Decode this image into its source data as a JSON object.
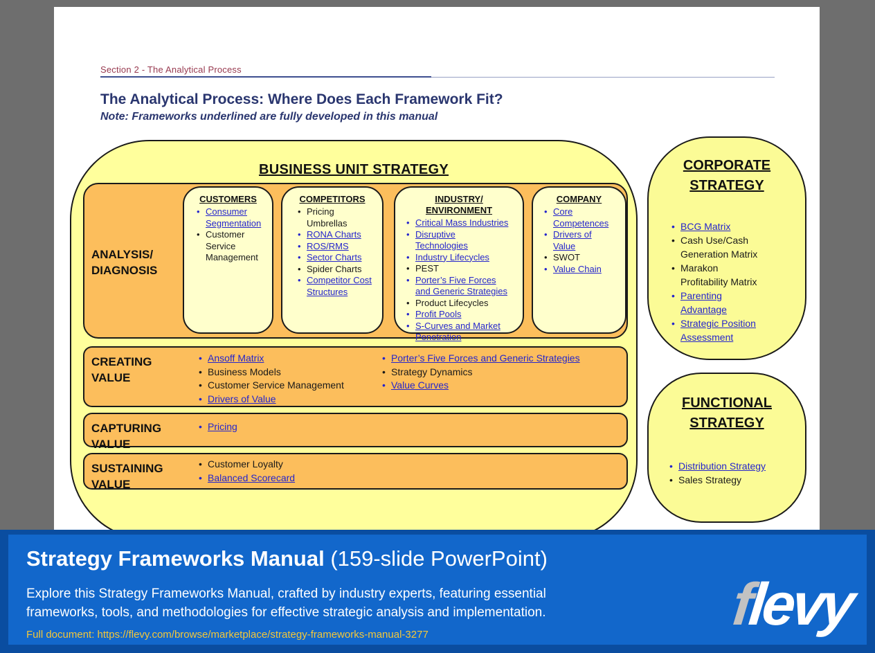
{
  "slide": {
    "section_header": "Section 2 - The Analytical Process",
    "title": "The Analytical Process: Where Does Each Framework Fit?",
    "subtitle": "Note: Frameworks underlined are fully developed in this manual"
  },
  "diagram": {
    "business_unit": {
      "title": "BUSINESS UNIT STRATEGY",
      "analysis_label_line1": "ANALYSIS/",
      "analysis_label_line2": "DIAGNOSIS",
      "columns": {
        "customers": {
          "header": "CUSTOMERS",
          "items": [
            {
              "text": "Consumer Segmentation",
              "link": true
            },
            {
              "text": "Customer Service Management",
              "link": false
            }
          ]
        },
        "competitors": {
          "header": "COMPETITORS",
          "items": [
            {
              "text": "Pricing Umbrellas",
              "link": false
            },
            {
              "text": "RONA Charts",
              "link": true
            },
            {
              "text": "ROS/RMS",
              "link": true
            },
            {
              "text": "Sector Charts",
              "link": true
            },
            {
              "text": "Spider Charts",
              "link": false
            },
            {
              "text": "Competitor Cost Structures",
              "link": true
            }
          ]
        },
        "industry": {
          "header_line1": "INDUSTRY/",
          "header_line2": "ENVIRONMENT",
          "items": [
            {
              "text": "Critical Mass Industries",
              "link": true
            },
            {
              "text": "Disruptive Technologies",
              "link": true
            },
            {
              "text": "Industry Lifecycles",
              "link": true
            },
            {
              "text": "PEST",
              "link": false
            },
            {
              "text": "Porter’s Five Forces and Generic Strategies",
              "link": true
            },
            {
              "text": "Product Lifecycles",
              "link": false
            },
            {
              "text": "Profit Pools",
              "link": true
            },
            {
              "text": "S-Curves and Market Penetration",
              "link": true
            }
          ]
        },
        "company": {
          "header": "COMPANY",
          "items": [
            {
              "text": "Core Competences",
              "link": true
            },
            {
              "text": "Drivers of Value",
              "link": true
            },
            {
              "text": "SWOT",
              "link": false
            },
            {
              "text": "Value Chain",
              "link": true
            }
          ]
        }
      },
      "value_rows": {
        "creating": {
          "label_line1": "CREATING",
          "label_line2": "VALUE",
          "col1": [
            {
              "text": "Ansoff Matrix",
              "link": true
            },
            {
              "text": "Business Models",
              "link": false
            },
            {
              "text": "Customer Service Management",
              "link": false
            },
            {
              "text": "Drivers of Value",
              "link": true
            }
          ],
          "col2": [
            {
              "text": "Porter’s Five Forces and Generic Strategies",
              "link": true
            },
            {
              "text": "Strategy Dynamics",
              "link": false
            },
            {
              "text": "Value Curves",
              "link": true
            }
          ]
        },
        "capturing": {
          "label_line1": "CAPTURING",
          "label_line2": "VALUE",
          "col1": [
            {
              "text": "Pricing",
              "link": true
            }
          ]
        },
        "sustaining": {
          "label_line1": "SUSTAINING",
          "label_line2": "VALUE",
          "col1": [
            {
              "text": "Customer Loyalty",
              "link": false
            },
            {
              "text": "Balanced Scorecard",
              "link": true
            }
          ]
        }
      }
    },
    "corporate": {
      "title_line1": "CORPORATE",
      "title_line2": "STRATEGY",
      "items": [
        {
          "text": "BCG Matrix",
          "link": true
        },
        {
          "text": "Cash Use/Cash Generation Matrix",
          "link": false
        },
        {
          "text": "Marakon Profitability Matrix",
          "link": false
        },
        {
          "text": "Parenting Advantage",
          "link": true
        },
        {
          "text": "Strategic Position Assessment",
          "link": true
        }
      ]
    },
    "functional": {
      "title_line1": "FUNCTIONAL",
      "title_line2": "STRATEGY",
      "items": [
        {
          "text": "Distribution Strategy",
          "link": true
        },
        {
          "text": "Sales Strategy",
          "link": false
        }
      ]
    }
  },
  "banner": {
    "title_bold": "Strategy Frameworks Manual",
    "title_rest": " (159-slide PowerPoint)",
    "description": "Explore this Strategy Frameworks Manual, crafted by industry experts, featuring essential frameworks, tools, and methodologies for effective strategic analysis and implementation.",
    "full_document": "Full document: https://flevy.com/browse/marketplace/strategy-frameworks-manual-3277",
    "logo_f": "f",
    "logo_rest": "levy"
  },
  "colors": {
    "background_gray": "#6e6e6e",
    "slide_white": "#ffffff",
    "section_header_maroon": "#97394f",
    "title_navy": "#2a366f",
    "container_yellow": "#ffff9c",
    "row_orange": "#fcbe5c",
    "column_cream": "#ffffcc",
    "side_box_yellow": "#fbfb96",
    "link_blue": "#2525cc",
    "banner_dark_blue": "#0a4da0",
    "banner_light_blue": "#1267cb",
    "url_gold": "#f3c73a",
    "logo_gray": "#c2c2c2"
  }
}
